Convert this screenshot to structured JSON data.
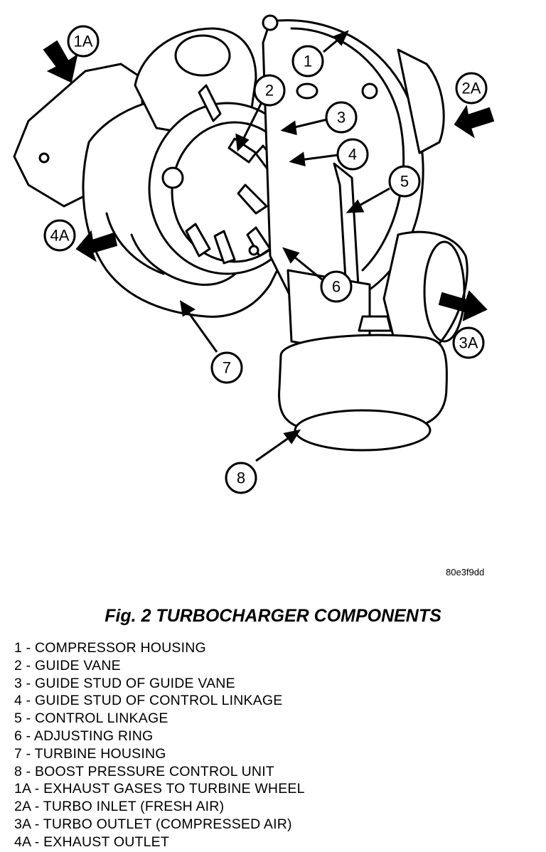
{
  "figure": {
    "drawing_id": "80e3f9dd",
    "title": "Fig. 2 TURBOCHARGER COMPONENTS",
    "callouts": [
      {
        "key": "1",
        "label": "1"
      },
      {
        "key": "2",
        "label": "2"
      },
      {
        "key": "3",
        "label": "3"
      },
      {
        "key": "4",
        "label": "4"
      },
      {
        "key": "5",
        "label": "5"
      },
      {
        "key": "6",
        "label": "6"
      },
      {
        "key": "7",
        "label": "7"
      },
      {
        "key": "8",
        "label": "8"
      },
      {
        "key": "1A",
        "label": "1A"
      },
      {
        "key": "2A",
        "label": "2A"
      },
      {
        "key": "3A",
        "label": "3A"
      },
      {
        "key": "4A",
        "label": "4A"
      }
    ]
  },
  "legend": [
    "1 - COMPRESSOR HOUSING",
    "2 - GUIDE VANE",
    "3 - GUIDE STUD OF GUIDE VANE",
    "4 - GUIDE STUD OF CONTROL LINKAGE",
    "5 - CONTROL LINKAGE",
    "6 - ADJUSTING RING",
    "7 - TURBINE HOUSING",
    "8 - BOOST PRESSURE CONTROL UNIT",
    "1A - EXHAUST GASES TO TURBINE WHEEL",
    "2A - TURBO INLET (FRESH AIR)",
    "3A - TURBO OUTLET (COMPRESSED AIR)",
    "4A - EXHAUST OUTLET"
  ]
}
